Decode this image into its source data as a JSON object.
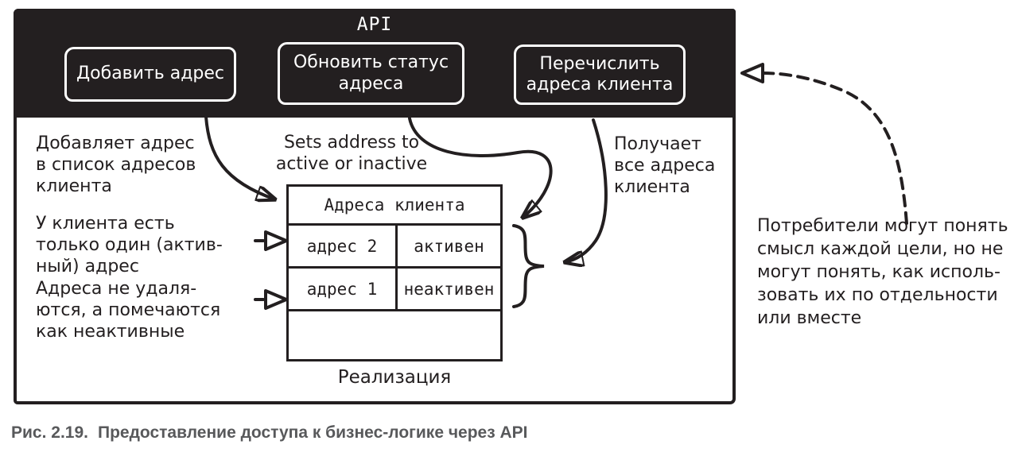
{
  "panel": {
    "api": {
      "title": "API",
      "buttons": {
        "add": {
          "label": "Добавить адрес"
        },
        "update": {
          "label": "Обновить статус\nадреса"
        },
        "list": {
          "label": "Перечислить\nадреса клиента"
        }
      }
    },
    "annotations": {
      "add_address": "Добавляет адрес\nв список адресов\nклиента",
      "single_active": "У клиента есть\nтолько один (актив-\nный) адрес",
      "not_deleted": "Адреса не удаля-\nются, а помечаются\nкак неактивные",
      "sets_status": "Sets address to\nactive or inactive",
      "gets_all": "Получает\nвсе адреса\nклиента"
    },
    "table": {
      "header": "Адреса клиента",
      "rows": [
        {
          "address": "адрес 2",
          "status": "активен"
        },
        {
          "address": "адрес 1",
          "status": "неактивен"
        }
      ]
    },
    "implementation_label": "Реализация"
  },
  "side_note": "Потребители могут понять\nсмысл каждой цели, но не\nмогут понять, как исполь-\nзовать их по отдельности\nили вместе",
  "caption": {
    "label": "Рис. 2.19.",
    "text": "Предоставление доступа к бизнес-логике через API"
  },
  "colors": {
    "ink": "#231f20",
    "caption_gray": "#58595b"
  }
}
